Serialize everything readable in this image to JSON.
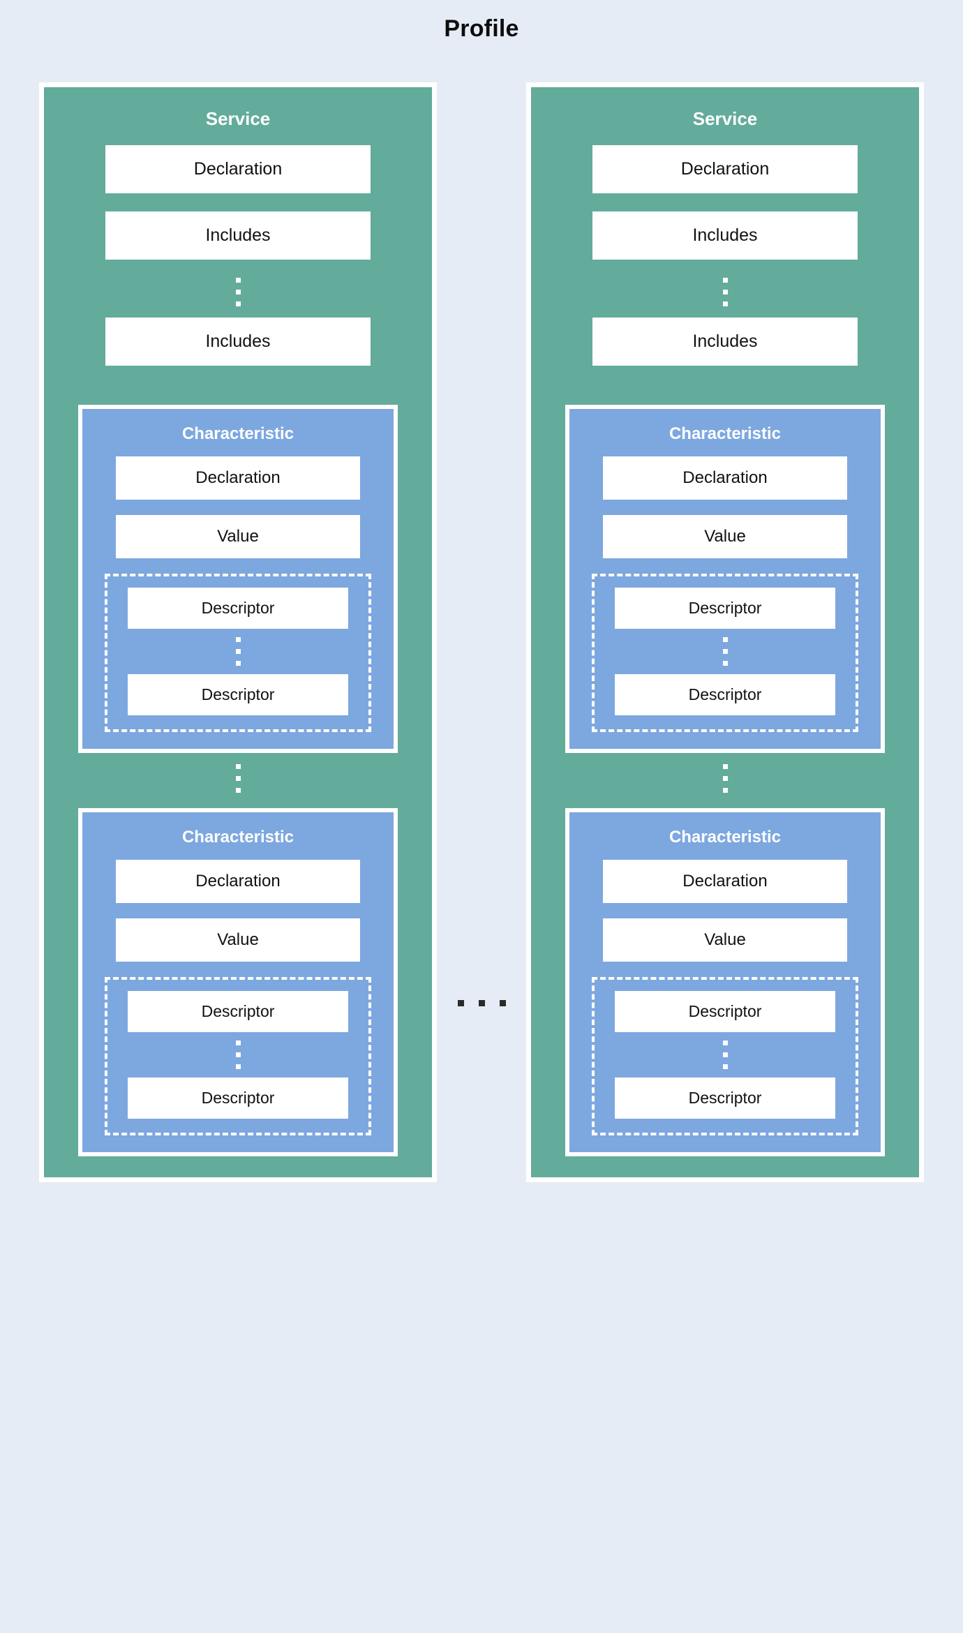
{
  "title": "Profile",
  "colors": {
    "background": "#e6ecf5",
    "service": "#63ab9b",
    "characteristic": "#7da7df",
    "box": "#ffffff",
    "text": "#111111",
    "title_text": "#0d0d0d",
    "header_text": "#ffffff",
    "dots": "#2b2b2b"
  },
  "labels": {
    "service": "Service",
    "characteristic": "Characteristic",
    "declaration": "Declaration",
    "includes": "Includes",
    "value": "Value",
    "descriptor": "Descriptor"
  },
  "columns": [
    {
      "name": "service-column-left",
      "service_title": "Service",
      "entries": [
        {
          "type": "box",
          "label": "Declaration"
        },
        {
          "type": "box",
          "label": "Includes"
        },
        {
          "type": "vertical-ellipsis",
          "label": ""
        },
        {
          "type": "box",
          "label": "Includes"
        }
      ],
      "characteristics": [
        {
          "title": "Characteristic",
          "entries": [
            {
              "type": "box",
              "label": "Declaration"
            },
            {
              "type": "box",
              "label": "Value"
            }
          ],
          "descriptors": [
            {
              "type": "box",
              "label": "Descriptor"
            },
            {
              "type": "vertical-ellipsis",
              "label": ""
            },
            {
              "type": "box",
              "label": "Descriptor"
            }
          ]
        },
        {
          "title": "Characteristic",
          "entries": [
            {
              "type": "box",
              "label": "Declaration"
            },
            {
              "type": "box",
              "label": "Value"
            }
          ],
          "descriptors": [
            {
              "type": "box",
              "label": "Descriptor"
            },
            {
              "type": "vertical-ellipsis",
              "label": ""
            },
            {
              "type": "box",
              "label": "Descriptor"
            }
          ]
        }
      ]
    },
    {
      "name": "service-column-right",
      "service_title": "Service",
      "entries": [
        {
          "type": "box",
          "label": "Declaration"
        },
        {
          "type": "box",
          "label": "Includes"
        },
        {
          "type": "vertical-ellipsis",
          "label": ""
        },
        {
          "type": "box",
          "label": "Includes"
        }
      ],
      "characteristics": [
        {
          "title": "Characteristic",
          "entries": [
            {
              "type": "box",
              "label": "Declaration"
            },
            {
              "type": "box",
              "label": "Value"
            }
          ],
          "descriptors": [
            {
              "type": "box",
              "label": "Descriptor"
            },
            {
              "type": "vertical-ellipsis",
              "label": ""
            },
            {
              "type": "box",
              "label": "Descriptor"
            }
          ]
        },
        {
          "title": "Characteristic",
          "entries": [
            {
              "type": "box",
              "label": "Declaration"
            },
            {
              "type": "box",
              "label": "Value"
            }
          ],
          "descriptors": [
            {
              "type": "box",
              "label": "Descriptor"
            },
            {
              "type": "vertical-ellipsis",
              "label": ""
            },
            {
              "type": "box",
              "label": "Descriptor"
            }
          ]
        }
      ]
    }
  ],
  "column_separator": {
    "type": "horizontal-ellipsis",
    "dot_count": 3
  }
}
